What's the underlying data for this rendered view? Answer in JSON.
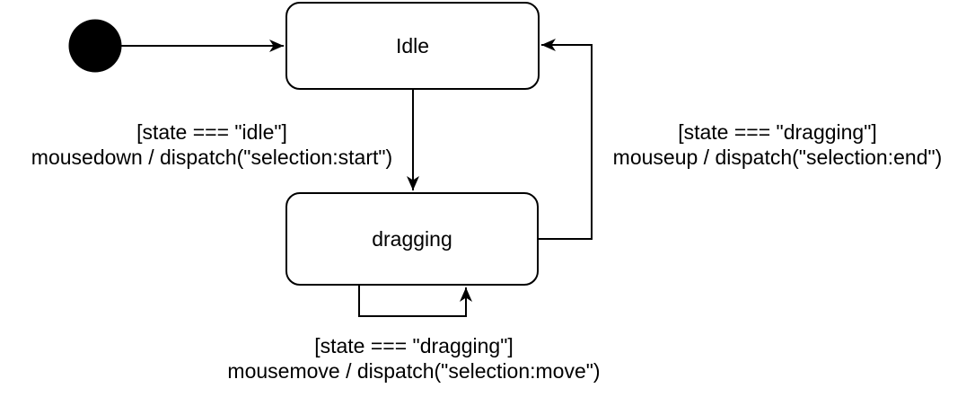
{
  "diagram": {
    "kind": "state-machine-diagram",
    "background_color": "#ffffff",
    "stroke_color": "#000000",
    "text_color": "#000000"
  },
  "states": {
    "idle": {
      "label": "Idle"
    },
    "dragging": {
      "label": "dragging"
    }
  },
  "transitions": {
    "start": {
      "guard": "[state === \"idle\"]",
      "action": "mousedown / dispatch(\"selection:start\")"
    },
    "end": {
      "guard": "[state === \"dragging\"]",
      "action": "mouseup / dispatch(\"selection:end\")"
    },
    "move": {
      "guard": "[state === \"dragging\"]",
      "action": "mousemove / dispatch(\"selection:move\")"
    }
  }
}
